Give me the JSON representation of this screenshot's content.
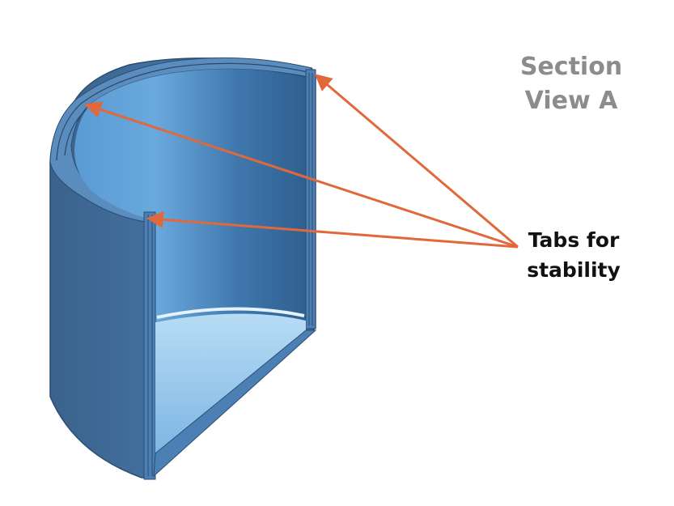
{
  "section_label": {
    "line1": "Section",
    "line2": "View A"
  },
  "callout": {
    "line1": "Tabs for",
    "line2": "stability"
  },
  "colors": {
    "outer_shell": "#3f6a96",
    "inner_wall": "#4f8ec8",
    "inner_light": "#7fb7e6",
    "floor": "#9ccbef",
    "arrow": "#e0683a",
    "section_text": "#8c8c8c"
  }
}
